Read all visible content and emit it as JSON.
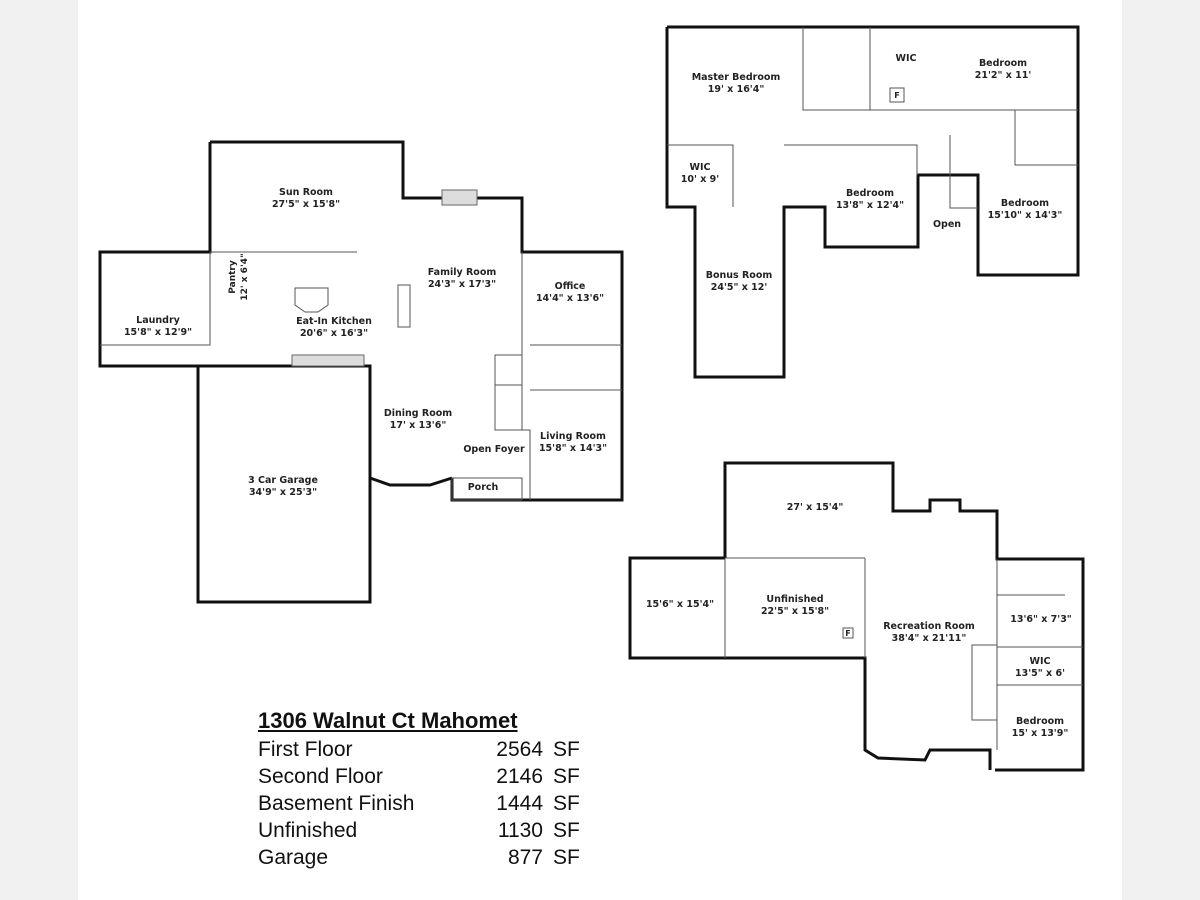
{
  "title": "1306 Walnut Ct Mahomet",
  "summary": [
    {
      "name": "First Floor",
      "value": "2564",
      "unit": "SF"
    },
    {
      "name": "Second Floor",
      "value": "2146",
      "unit": "SF"
    },
    {
      "name": "Basement Finish",
      "value": "1444",
      "unit": "SF"
    },
    {
      "name": "Unfinished",
      "value": "1130",
      "unit": "SF"
    },
    {
      "name": "Garage",
      "value": "877",
      "unit": "SF"
    }
  ],
  "first_floor": {
    "sun_room": {
      "name": "Sun Room",
      "dim": "27'5\" x 15'8\""
    },
    "family_room": {
      "name": "Family Room",
      "dim": "24'3\" x 17'3\""
    },
    "office": {
      "name": "Office",
      "dim": "14'4\" x 13'6\""
    },
    "pantry": {
      "name": "Pantry",
      "dim": "12' x 6'4\""
    },
    "kitchen": {
      "name": "Eat-In Kitchen",
      "dim": "20'6\" x 16'3\""
    },
    "laundry": {
      "name": "Laundry",
      "dim": "15'8\" x 12'9\""
    },
    "dining": {
      "name": "Dining Room",
      "dim": "17' x 13'6\""
    },
    "living": {
      "name": "Living Room",
      "dim": "15'8\" x 14'3\""
    },
    "foyer": {
      "name": "Open Foyer"
    },
    "porch": {
      "name": "Porch"
    },
    "garage": {
      "name": "3 Car Garage",
      "dim": "34'9\" x 25'3\""
    }
  },
  "second_floor": {
    "master": {
      "name": "Master Bedroom",
      "dim": "19' x 16'4\""
    },
    "wic1": {
      "name": "WIC"
    },
    "bed1": {
      "name": "Bedroom",
      "dim": "21'2\" x 11'"
    },
    "wic2": {
      "name": "WIC",
      "dim": "10' x 9'"
    },
    "bed2": {
      "name": "Bedroom",
      "dim": "13'8\" x 12'4\""
    },
    "open": {
      "name": "Open"
    },
    "bed3": {
      "name": "Bedroom",
      "dim": "15'10\" x 14'3\""
    },
    "bonus": {
      "name": "Bonus Room",
      "dim": "24'5\" x 12'"
    },
    "furnace": "F"
  },
  "basement": {
    "storage1": {
      "dim": "27' x 15'4\""
    },
    "storage2": {
      "dim": "15'6\" x 15'4\""
    },
    "unfinished": {
      "name": "Unfinished",
      "dim": "22'5\" x 15'8\""
    },
    "rec": {
      "name": "Recreation Room",
      "dim": "38'4\" x 21'11\""
    },
    "room": {
      "dim": "13'6\" x 7'3\""
    },
    "wic": {
      "name": "WIC",
      "dim": "13'5\" x 6'"
    },
    "bed": {
      "name": "Bedroom",
      "dim": "15' x 13'9\""
    },
    "furnace": "F"
  }
}
